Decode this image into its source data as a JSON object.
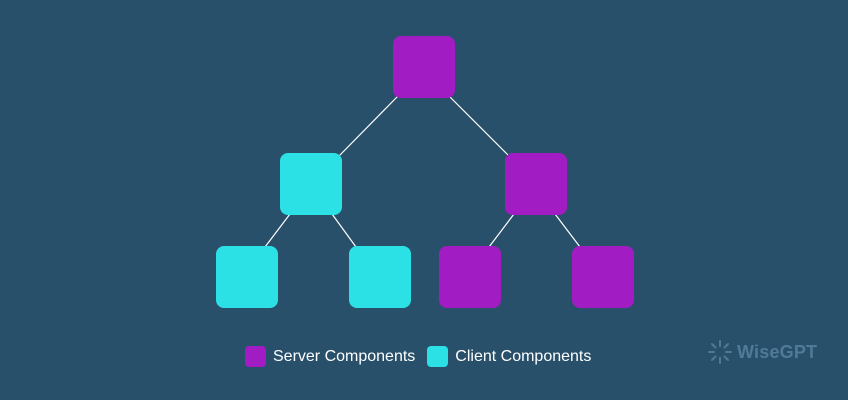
{
  "diagram": {
    "title": "",
    "colors": {
      "background": "#29506b",
      "server": "#a21cc4",
      "client": "#2ce1e6",
      "edge": "#ffffff"
    },
    "nodes": [
      {
        "id": "root",
        "type": "server",
        "level": 0
      },
      {
        "id": "mid-left",
        "type": "client",
        "level": 1,
        "parent": "root"
      },
      {
        "id": "mid-right",
        "type": "server",
        "level": 1,
        "parent": "root"
      },
      {
        "id": "leaf-1",
        "type": "client",
        "level": 2,
        "parent": "mid-left"
      },
      {
        "id": "leaf-2",
        "type": "client",
        "level": 2,
        "parent": "mid-left"
      },
      {
        "id": "leaf-3",
        "type": "server",
        "level": 2,
        "parent": "mid-right"
      },
      {
        "id": "leaf-4",
        "type": "server",
        "level": 2,
        "parent": "mid-right"
      }
    ],
    "edges": [
      [
        "root",
        "mid-left"
      ],
      [
        "root",
        "mid-right"
      ],
      [
        "mid-left",
        "leaf-1"
      ],
      [
        "mid-left",
        "leaf-2"
      ],
      [
        "mid-right",
        "leaf-3"
      ],
      [
        "mid-right",
        "leaf-4"
      ]
    ]
  },
  "legend": {
    "server_label": "Server Components",
    "client_label": "Client Components"
  },
  "watermark": {
    "text": "WiseGPT",
    "icon": "wisegpt-logo-icon"
  }
}
